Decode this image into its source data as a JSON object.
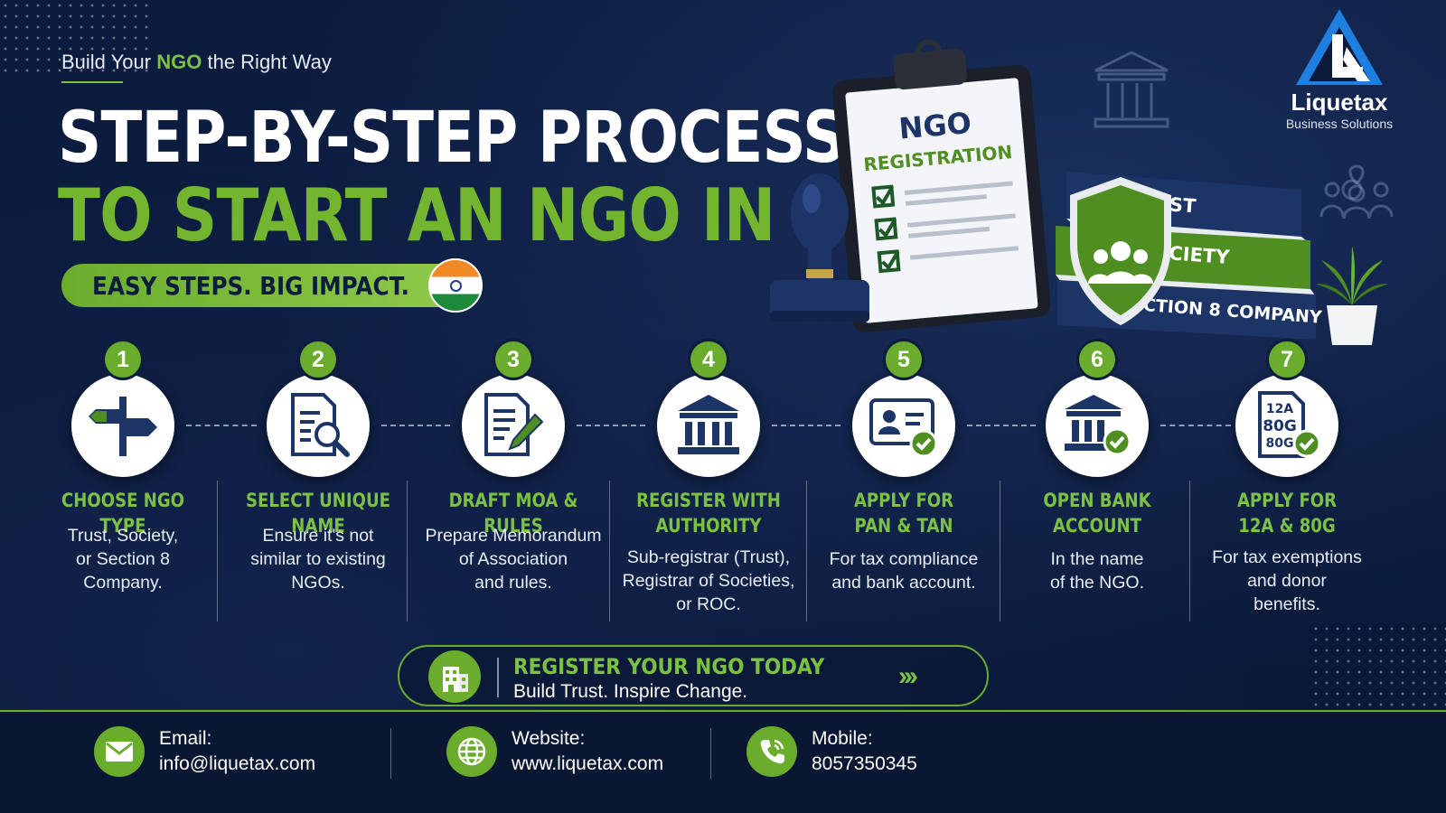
{
  "header": {
    "tagline_prefix": "Build Your",
    "tagline_accent": "NGO",
    "tagline_suffix": "the Right Way",
    "title_line1": "STEP-BY-STEP PROCESS",
    "title_line2": "TO START AN NGO IN INDIA",
    "impact": "EASY STEPS. BIG IMPACT."
  },
  "brand": {
    "name": "Liquetax",
    "subtitle": "Business Solutions"
  },
  "illustration": {
    "clipboard_title": "NGO",
    "clipboard_subtitle": "REGISTRATION",
    "books": [
      "TRUST",
      "SOCIETY",
      "SECTION 8 COMPANY"
    ]
  },
  "steps": [
    {
      "number": "1",
      "icon": "signpost-icon",
      "title": "CHOOSE NGO TYPE",
      "desc": "Trust, Society,\nor Section 8\nCompany."
    },
    {
      "number": "2",
      "icon": "document-search-icon",
      "title": "SELECT UNIQUE NAME",
      "desc": "Ensure it's not\nsimilar to existing\nNGOs."
    },
    {
      "number": "3",
      "icon": "document-edit-icon",
      "title": "DRAFT MOA & RULES",
      "desc": "Prepare Memorandum\nof Association\nand rules."
    },
    {
      "number": "4",
      "icon": "government-building-icon",
      "title": "REGISTER WITH\nAUTHORITY",
      "desc": "Sub-registrar (Trust),\nRegistrar of Societies,\nor ROC."
    },
    {
      "number": "5",
      "icon": "id-card-check-icon",
      "title": "APPLY FOR\nPAN & TAN",
      "desc": "For tax compliance\nand bank account."
    },
    {
      "number": "6",
      "icon": "bank-check-icon",
      "title": "OPEN BANK\nACCOUNT",
      "desc": "In the name\nof the NGO."
    },
    {
      "number": "7",
      "icon": "certificate-check-icon",
      "title": "APPLY FOR\n12A & 80G",
      "desc": "For tax exemptions\nand donor\nbenefits.",
      "doc_lines": [
        "12A",
        "80G",
        "80G"
      ]
    }
  ],
  "cta": {
    "title": "REGISTER YOUR NGO TODAY",
    "subtitle": "Build Trust. Inspire Change.",
    "arrows": "›››"
  },
  "contacts": [
    {
      "icon": "email-icon",
      "label": "Email:",
      "value": "info@liquetax.com"
    },
    {
      "icon": "globe-icon",
      "label": "Website:",
      "value": "www.liquetax.com"
    },
    {
      "icon": "phone-icon",
      "label": "Mobile:",
      "value": "8057350345"
    }
  ],
  "colors": {
    "background": "#0b1a3a",
    "accent_green": "#6aad2c",
    "navy": "#1d3466"
  }
}
